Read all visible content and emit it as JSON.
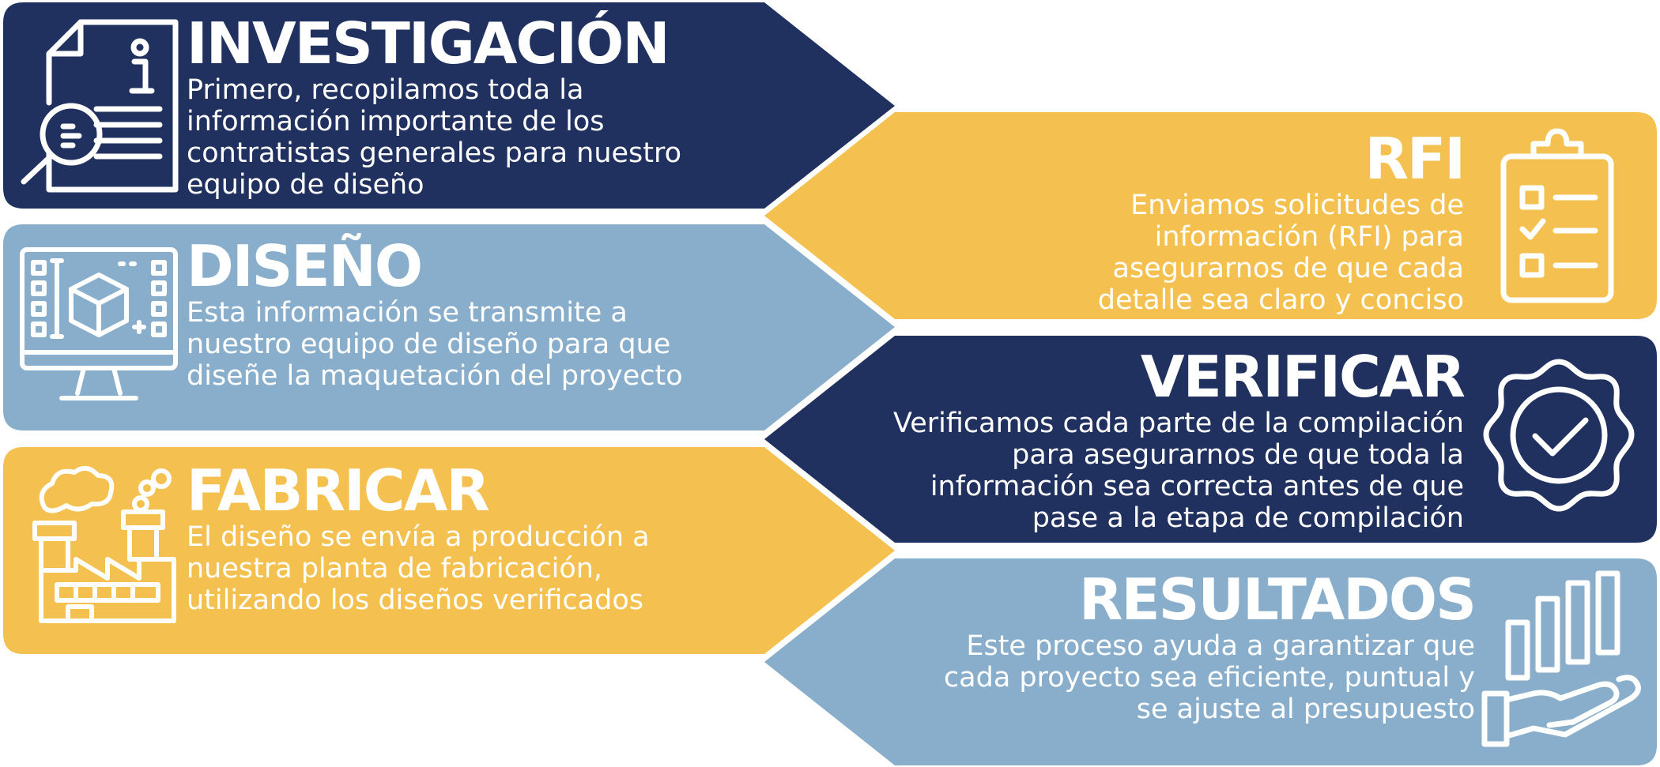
{
  "colors": {
    "navy": "#20305f",
    "blue": "#88aecb",
    "yellow": "#f4c04f",
    "text": "#ffffff"
  },
  "steps": [
    {
      "title": "INVESTIGACIÓN",
      "lines": [
        "Primero, recopilamos toda la",
        "información importante de los",
        "contratistas generales para nuestro",
        "equipo de diseño"
      ],
      "icon": "document-search-icon",
      "color": "navy"
    },
    {
      "title": "RFI",
      "lines": [
        "Enviamos solicitudes de",
        "información (RFI) para",
        "asegurarnos de que cada",
        "detalle sea claro y conciso"
      ],
      "icon": "clipboard-checklist-icon",
      "color": "yellow"
    },
    {
      "title": "DISEÑO",
      "lines": [
        "Esta información se transmite a",
        "nuestro equipo de diseño para que",
        "diseñe la maquetación del proyecto"
      ],
      "icon": "monitor-3d-design-icon",
      "color": "blue"
    },
    {
      "title": "VERIFICAR",
      "lines": [
        "Verificamos cada parte de la compilación",
        "para asegurarnos de que toda la",
        "información sea correcta antes de que",
        "pase a la etapa de compilación"
      ],
      "icon": "verified-badge-icon",
      "color": "navy"
    },
    {
      "title": "FABRICAR",
      "lines": [
        "El diseño se envía a producción a",
        "nuestra planta de fabricación,",
        "utilizando los diseños verificados"
      ],
      "icon": "factory-icon",
      "color": "yellow"
    },
    {
      "title": "RESULTADOS",
      "lines": [
        "Este proceso ayuda a garantizar que",
        "cada proyecto sea eficiente, puntual y",
        "se ajuste al presupuesto"
      ],
      "icon": "hand-growth-chart-icon",
      "color": "blue"
    }
  ]
}
